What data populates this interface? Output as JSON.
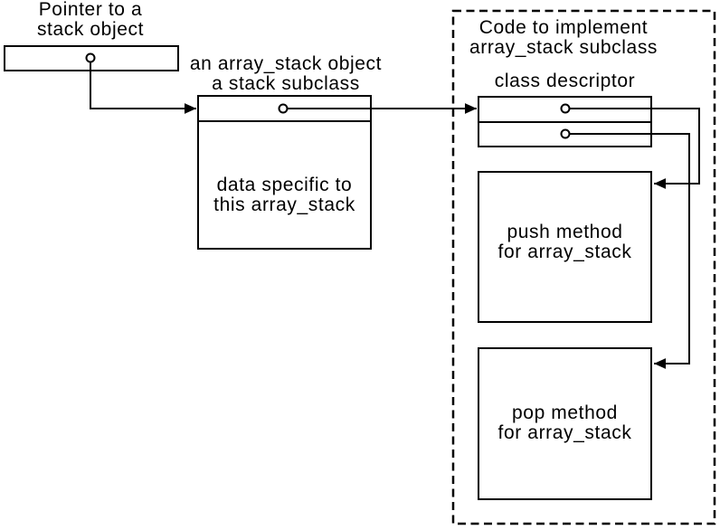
{
  "colors": {
    "ink": "#000000",
    "background": "#ffffff"
  },
  "nodes": {
    "pointer": {
      "label_line1": "Pointer to a",
      "label_line2": "stack object"
    },
    "object": {
      "label_line1": "an array_stack object",
      "label_line2": "a stack subclass",
      "body_line1": "data specific to",
      "body_line2": "this array_stack"
    },
    "code_region": {
      "label_line1": "Code to implement",
      "label_line2": "array_stack subclass"
    },
    "class_descriptor": {
      "label": "class descriptor"
    },
    "push_method": {
      "body_line1": "push method",
      "body_line2": "for array_stack"
    },
    "pop_method": {
      "body_line1": "pop method",
      "body_line2": "for array_stack"
    }
  }
}
